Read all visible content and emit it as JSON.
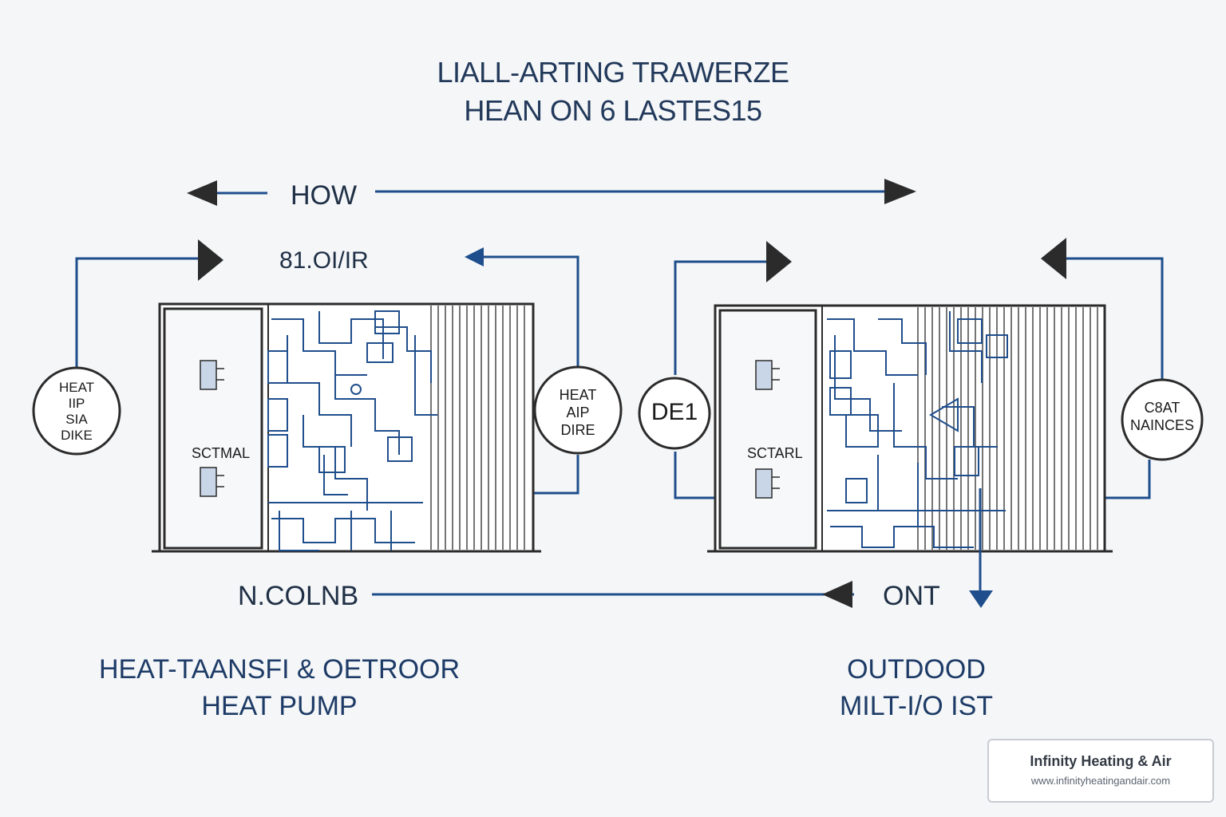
{
  "title": {
    "line1": "LIALL-ARTING TRAWERZE",
    "line2": "HEAN ON 6 LASTES15"
  },
  "labels": {
    "top_flow": "HOW",
    "left_top": "81.OI/IR",
    "bottom_flow": "N.COLNB",
    "bottom_right": "ONT"
  },
  "left_unit": {
    "circle_left": "HEAT\nIIP\nSIA\nDIKE",
    "circle_right": "HEAT\nAIP\nDIRE",
    "panel_label": "SCTMAL",
    "caption_line1": "HEAT-TAANSFI & OETROOR",
    "caption_line2": "HEAT PUMP"
  },
  "right_unit": {
    "circle_left": "DE1",
    "circle_right": "C8AT\nNAINCES",
    "panel_label": "SCTARL",
    "caption_line1": "OUTDOOD",
    "caption_line2": "MILT-I/O IST"
  },
  "badge": {
    "name": "Infinity Heating & Air",
    "url": "www.infinityheatingandair.com"
  },
  "colors": {
    "line_blue": "#1f4e8c",
    "outline": "#2b2b2b",
    "text_dark": "#1f2f45"
  }
}
